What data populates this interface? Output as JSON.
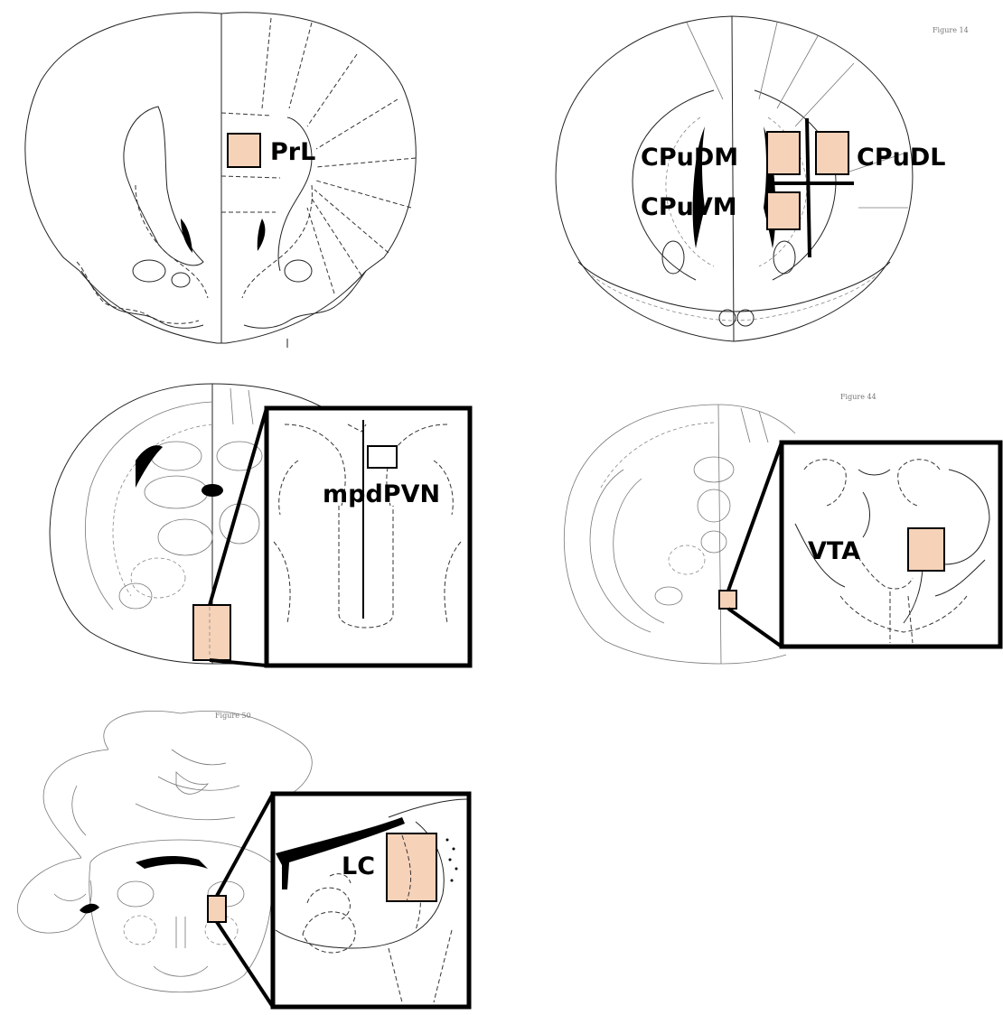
{
  "accent_color": "#f6d2b9",
  "panels": {
    "prl": {
      "region_label": "PrL"
    },
    "striatum": {
      "figure_caption": "Figure 14",
      "labels": {
        "dm": "CPuDM",
        "dl": "CPuDL",
        "vm": "CPuVM"
      }
    },
    "pvn": {
      "region_label": "mpdPVN"
    },
    "vta": {
      "figure_caption": "Figure 44",
      "region_label": "VTA"
    },
    "lc": {
      "figure_caption": "Figure 50",
      "region_label": "LC"
    }
  }
}
